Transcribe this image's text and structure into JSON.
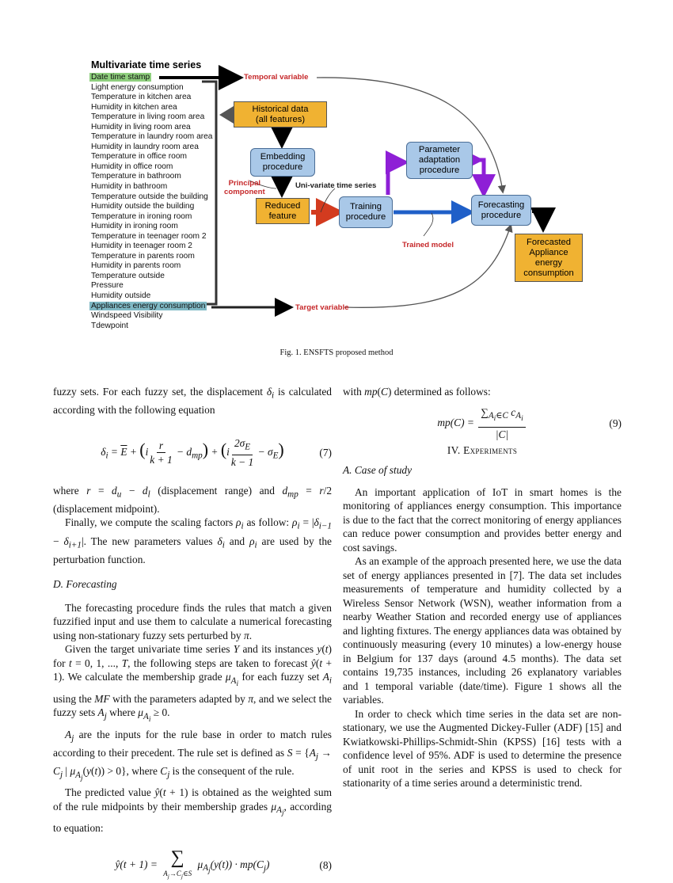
{
  "figure": {
    "title": "Multivariate time series",
    "variables": [
      "Date time stamp",
      "Light energy consumption",
      "Temperature in kitchen area",
      "Humidity in kitchen area",
      "Temperature in living room area",
      "Humidity in living room area",
      "Temperature in laundry room area",
      "Humidity in laundry room area",
      "Temperature in office room",
      "Humidity in office room",
      "Temperature in bathroom",
      "Humidity in bathroom",
      "Temperature outside the building",
      "Humidity outside the building",
      "Temperature in ironing room",
      "Humidity in ironing room",
      "Temperature in teenager room 2",
      "Humidity in teenager room 2",
      "Temperature in parents room",
      "Humidity in parents room",
      "Temperature outside",
      "Pressure",
      "Humidity outside",
      "Appliances energy consumption",
      "Windspeed Visibility",
      "Tdewpoint"
    ],
    "boxes": {
      "historical": [
        "Historical data",
        "(all features)"
      ],
      "embedding": [
        "Embedding",
        "procedure"
      ],
      "reduced": [
        "Reduced",
        "feature"
      ],
      "training": [
        "Training",
        "procedure"
      ],
      "parameter": [
        "Parameter",
        "adaptation",
        "procedure"
      ],
      "forecasting": [
        "Forecasting",
        "procedure"
      ],
      "forecasted": [
        "Forecasted",
        "Appliance",
        "energy",
        "consumption"
      ]
    },
    "labels": {
      "temporal": "Temporal variable",
      "target": "Target variable",
      "principal": [
        "Principal",
        "component"
      ],
      "univariate": "Uni-variate time series",
      "trained": "Trained model"
    },
    "colors": {
      "orange": "#f0b232",
      "blue_box": "#a9c8e8",
      "red_label": "#c6282a",
      "purple_arrow": "#8e1fd6",
      "blue_arrow": "#1f5fc8",
      "green_highlight": "#8fcf7e",
      "teal_highlight": "#7fb8c4"
    },
    "caption": "Fig. 1.  ENSFTS proposed method"
  },
  "left_column": {
    "p1_a": "fuzzy sets. For each fuzzy set, the displacement ",
    "p1_sym": "δ",
    "p1_sub": "i",
    "p1_b": " is calculated according with the following equation",
    "eq7_number": "(7)",
    "p2_a": "where ",
    "p2_b": " (displacement range) and ",
    "p2_c": " (displacement midpoint).",
    "p3": "Finally, we compute the scaling factors ",
    "p3_b": " as follow: ",
    "p3_c": ". The new parameters values ",
    "p3_d": " and ",
    "p3_e": " are used by the perturbation function.",
    "section_d": "D.  Forecasting",
    "p4": "The forecasting procedure finds the rules that match a given fuzzified input and use them to calculate a numerical forecasting using non-stationary fuzzy sets perturbed by ",
    "p5_a": "Given the target univariate time series ",
    "p5_b": " and its instances ",
    "p5_c": " for ",
    "p5_d": ", the following steps are taken to forecast ",
    "p5_e": ". We calculate the membership grade ",
    "p5_f": " for each fuzzy set ",
    "p5_g": " using the ",
    "p5_h": " with the parameters adapted by ",
    "p5_i": ", and we select the fuzzy sets ",
    "p5_j": " where ",
    "p6_a": " are the inputs for the rule base in order to match rules according to their precedent. The rule set is defined as ",
    "p6_b": ", where ",
    "p6_c": " is the consequent of the rule.",
    "p7_a": "The predicted value ",
    "p7_b": " is obtained as the weighted sum of the rule midpoints by their membership grades ",
    "p7_c": ", according to equation:",
    "eq8_number": "(8)"
  },
  "right_column": {
    "p1": "with ",
    "p1_b": " determined as follows:",
    "eq9_number": "(9)",
    "section_iv": "IV.  Experiments",
    "section_a": "A.  Case of study",
    "p2": "An important application of IoT in smart homes is the monitoring of appliances energy consumption. This importance is due to the fact that the correct monitoring of energy appliances can reduce power consumption and provides better energy and cost savings.",
    "p3": "As an example of the approach presented here, we use the data set of energy appliances presented in [7]. The data set includes measurements of temperature and humidity collected by a Wireless Sensor Network (WSN), weather information from a nearby Weather Station and recorded energy use of appliances and lighting fixtures. The energy appliances data was obtained by continuously measuring (every 10 minutes) a low-energy house in Belgium for 137 days (around 4.5 months). The data set contains 19,735 instances, including 26 explanatory variables and 1 temporal variable (date/time). Figure 1 shows all the variables.",
    "p4": "In order to check which time series in the data set are non-stationary, we use the Augmented Dickey-Fuller (ADF) [15] and Kwiatkowski-Phillips-Schmidt-Shin (KPSS) [16] tests with a confidence level of 95%. ADF is used to determine the presence of unit root in the series and KPSS is used to check for stationarity of a time series around a deterministic trend."
  }
}
